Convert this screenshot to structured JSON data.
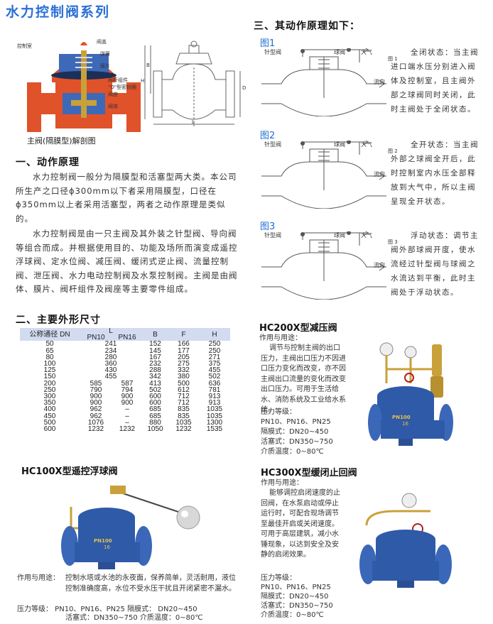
{
  "title": "水力控制阀系列",
  "section3_title": "三、其动作原理如下：",
  "cutaway": {
    "caption": "主阀(隔膜型)解剖图",
    "labels": [
      "控制室",
      "阀盖",
      "弹簧",
      "膜片",
      "阀杆组件",
      "\"O\"型密封圈",
      "阀座",
      "阀体"
    ]
  },
  "dimension_drawing": {
    "labels": [
      "B",
      "H",
      "L",
      "D"
    ]
  },
  "section1": {
    "title": "一、动作原理",
    "para1": "水力控制阀一般分为隔膜型和活塞型两大类。本公司所生产之口径ϕ300mm以下者采用隔膜型，口径在ϕ350mm以上者采用活塞型，两者之动作原理是类似的。",
    "para2": "水力控制阀是由一只主阀及其外装之针型阀、导向阀等组合而成。并根据使用目的、功能及场所而演变成遥控浮球阀、定水位阀、减压阀、缓闭式逆止阀、流量控制阀、泄压阀、水力电动控制阀及水泵控制阀。主阀是由阀体、膜片、阀杆组件及阀座等主要零件组成。"
  },
  "section2": {
    "title": "二、主要外形尺寸",
    "headers": {
      "dn": "公称通径 DN",
      "l": "L",
      "pn10": "PN10",
      "pn16": "PN16",
      "b": "B",
      "f": "F",
      "h": "H"
    },
    "rows": [
      [
        "50",
        "241",
        "",
        "152",
        "166",
        "250"
      ],
      [
        "65",
        "234",
        "",
        "145",
        "177",
        "250"
      ],
      [
        "80",
        "280",
        "",
        "167",
        "205",
        "271"
      ],
      [
        "100",
        "360",
        "",
        "232",
        "275",
        "375"
      ],
      [
        "125",
        "430",
        "",
        "288",
        "332",
        "455"
      ],
      [
        "150",
        "455",
        "",
        "342",
        "380",
        "502"
      ],
      [
        "200",
        "585",
        "587",
        "413",
        "500",
        "636"
      ],
      [
        "250",
        "790",
        "794",
        "502",
        "612",
        "781"
      ],
      [
        "300",
        "900",
        "900",
        "600",
        "712",
        "913"
      ],
      [
        "350",
        "900",
        "900",
        "600",
        "712",
        "913"
      ],
      [
        "400",
        "962",
        "–",
        "685",
        "835",
        "1035"
      ],
      [
        "450",
        "962",
        "–",
        "685",
        "835",
        "1035"
      ],
      [
        "500",
        "1076",
        "–",
        "880",
        "1035",
        "1300"
      ],
      [
        "600",
        "1232",
        "1232",
        "1050",
        "1232",
        "1535"
      ]
    ]
  },
  "principle_figures": [
    {
      "label": "图1",
      "small_label": "图 1",
      "needle": "针型阀",
      "ball": "球阀",
      "atm": "大气",
      "flow": "流向",
      "desc": "全闭状态：当主阀进口端水压分别进入阀体及控制室，且主阀外部之球阀同时关闭，此时主阀处于全闭状态。"
    },
    {
      "label": "图2",
      "small_label": "图 2",
      "needle": "针型阀",
      "ball": "球阀",
      "atm": "大气",
      "flow": "流向",
      "desc": "全开状态：当主阀外部之球阀全开后，此时控制室内水压全部释放到大气中，所以主阀呈现全开状态。"
    },
    {
      "label": "图3",
      "small_label": "图 3",
      "needle": "针型阀",
      "ball": "球阀",
      "atm": "大气",
      "flow": "流向",
      "desc": "浮动状态：调节主阀外部球阀开度，使水流经过针型阀与球阀之水流达到平衡，此时主阀处于浮动状态。"
    }
  ],
  "hc200x": {
    "title": "HC200X型减压阀",
    "usage_label": "作用与用途：",
    "usage": "调节与控制主阀的出口压力，主阀出口压力不因进口压力变化而改变，亦不因主阀出口流量的变化而改变出口压力。可用于生活给水、消防系统及工业给水系统。",
    "pressure_label": "压力等级：",
    "pressure": "PN10、PN16、PN25",
    "diaphragm": "隔膜式：DN20~450",
    "piston": "活塞式：DN350~750",
    "temp": "介质温度：0~80℃",
    "valve_mark": "PN100",
    "valve_sub": "16"
  },
  "hc100x": {
    "title": "HC100X型遥控浮球阀",
    "usage_label": "作用与用途：",
    "usage": "控制水塔或水池的永夜面，保养简单，灵活耐用，液位控制准确度高，水位不受水压干扰且开闭紧密不漏水。",
    "pressure_line": "压力等级：  PN10、PN16、PN25 隔膜式： DN20~450",
    "piston_line": "活塞式：DN350~750 介质温度：0~80℃",
    "valve_mark": "PN100",
    "valve_sub": "16"
  },
  "hc300x": {
    "title": "HC300X型缓闭止回阀",
    "usage_label": "作用与用途：",
    "usage": "能够调控启闭速度的止回阀，在水泵启动或停止运行时，可配合现场调节至最佳开启或关闭速度。可用于高层建筑，减小水锤现象，以达到安全及安静的启闭效果。",
    "pressure_label": "压力等级：",
    "pressure": "PN10、PN16、PN25",
    "diaphragm": "隔膜式：DN20~450",
    "piston": "活塞式：DN350~750",
    "temp": "介质温度：0~80℃"
  },
  "colors": {
    "title_blue": "#2a6fd6",
    "valve_blue": "#2f5aa8",
    "valve_red": "#e0522a",
    "brass": "#c9a13a",
    "table_header": "#d2dbf0"
  }
}
